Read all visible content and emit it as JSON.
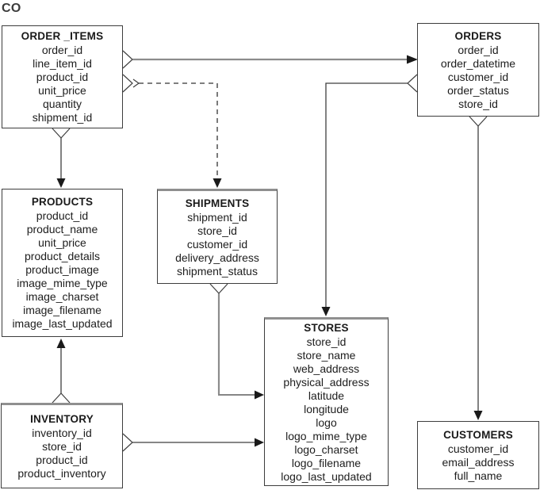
{
  "diagram": {
    "label": "CO"
  },
  "colors": {
    "background": "#ffffff",
    "entity_border": "#3d3d3d",
    "entity_highlight_top": "#8f8f8f",
    "relationship_line": "#3f3f3f",
    "relationship_line_highlight": "#8c8c8c",
    "text": "#1d1d1d"
  },
  "entities": {
    "order_items": {
      "title": "ORDER _ITEMS",
      "fields": [
        "order_id",
        "line_item_id",
        "product_id",
        "unit_price",
        "quantity",
        "shipment_id"
      ]
    },
    "orders": {
      "title": "ORDERS",
      "fields": [
        "order_id",
        "order_datetime",
        "customer_id",
        "order_status",
        "store_id"
      ]
    },
    "products": {
      "title": "PRODUCTS",
      "fields": [
        "product_id",
        "product_name",
        "unit_price",
        "product_details",
        "product_image",
        "image_mime_type",
        "image_charset",
        "image_filename",
        "image_last_updated"
      ]
    },
    "shipments": {
      "title": "SHIPMENTS",
      "fields": [
        "shipment_id",
        "store_id",
        "customer_id",
        "delivery_address",
        "shipment_status"
      ]
    },
    "stores": {
      "title": "STORES",
      "fields": [
        "store_id",
        "store_name",
        "web_address",
        "physical_address",
        "latitude",
        "longitude",
        "logo",
        "logo_mime_type",
        "logo_charset",
        "logo_filename",
        "logo_last_updated"
      ]
    },
    "inventory": {
      "title": "INVENTORY",
      "fields": [
        "inventory_id",
        "store_id",
        "product_id",
        "product_inventory"
      ]
    },
    "customers": {
      "title": "CUSTOMERS",
      "fields": [
        "customer_id",
        "email_address",
        "full_name"
      ]
    }
  },
  "relationships": [
    {
      "many_end": "ORDER _ITEMS",
      "one_end": "ORDERS",
      "line_style": "solid-highlight"
    },
    {
      "many_end": "ORDER _ITEMS",
      "one_end": "SHIPMENTS",
      "line_style": "dashed"
    },
    {
      "many_end": "ORDER _ITEMS",
      "one_end": "PRODUCTS",
      "line_style": "solid"
    },
    {
      "many_end": "INVENTORY",
      "one_end": "PRODUCTS",
      "line_style": "solid"
    },
    {
      "many_end": "INVENTORY",
      "one_end": "STORES",
      "line_style": "solid"
    },
    {
      "many_end": "SHIPMENTS",
      "one_end": "STORES",
      "line_style": "solid-highlight"
    },
    {
      "many_end": "ORDERS",
      "one_end": "STORES",
      "line_style": "solid"
    },
    {
      "many_end": "ORDERS",
      "one_end": "CUSTOMERS",
      "line_style": "solid"
    }
  ]
}
